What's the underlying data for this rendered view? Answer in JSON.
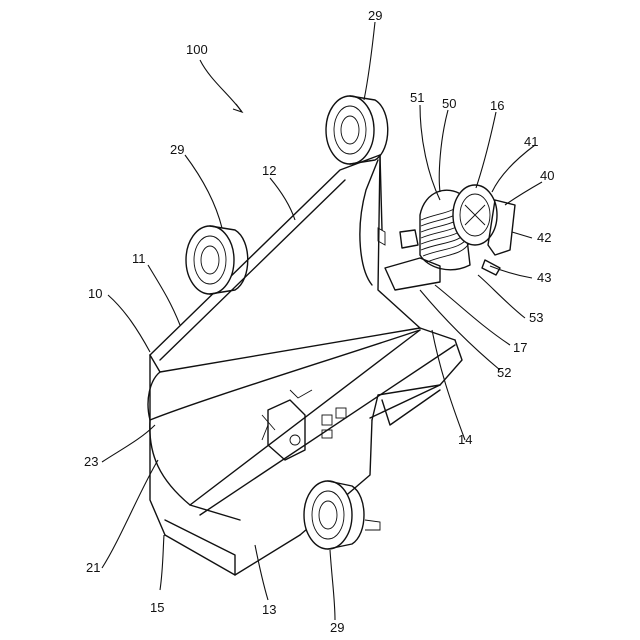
{
  "labels": {
    "assembly": "100",
    "roller_top": "29",
    "roller_left": "29",
    "roller_bottom": "29",
    "top_edge": "12",
    "body": "11",
    "frame": "10",
    "part_51": "51",
    "part_50": "50",
    "part_16": "16",
    "part_41": "41",
    "part_40": "40",
    "part_42": "42",
    "part_43": "43",
    "part_53": "53",
    "part_17": "17",
    "part_52": "52",
    "part_14": "14",
    "part_23": "23",
    "part_21": "21",
    "part_15": "15",
    "part_13": "13"
  }
}
